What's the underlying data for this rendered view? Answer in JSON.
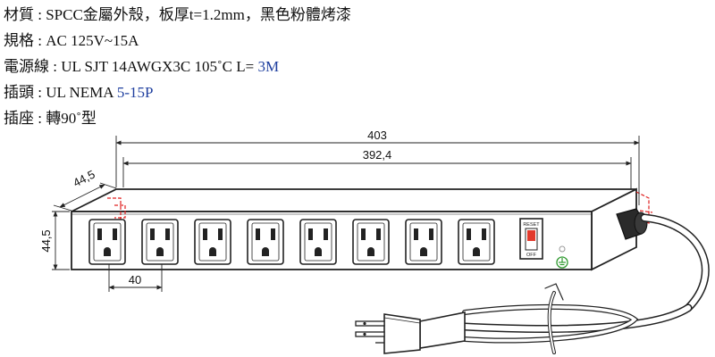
{
  "specs": [
    {
      "text": "材質 : SPCC金屬外殼，板厚t=1.2mm，黑色粉體烤漆",
      "accent": ""
    },
    {
      "text": "規格 : AC  125V~15A",
      "accent": ""
    },
    {
      "text": "電源線 : UL SJT  14AWGX3C  105˚C  L= ",
      "accent": "3M"
    },
    {
      "text": "插頭 : UL NEMA ",
      "accent": "5-15P"
    },
    {
      "text": "插座 : 轉90˚型",
      "accent": ""
    }
  ],
  "dimensions": {
    "total_length": "403",
    "inner_length": "392,4",
    "depth": "44,5",
    "height": "44,5",
    "outlet_pitch": "40"
  },
  "switch": {
    "top_label": "RESET",
    "bottom_label": "OFF"
  },
  "device": {
    "outlet_count": 8
  },
  "colors": {
    "line": "#222222",
    "accent_text": "#1f3f9f",
    "switch_red": "#e23a2c",
    "ground_green": "#2f9a2f",
    "hidden_red": "#e02020"
  }
}
